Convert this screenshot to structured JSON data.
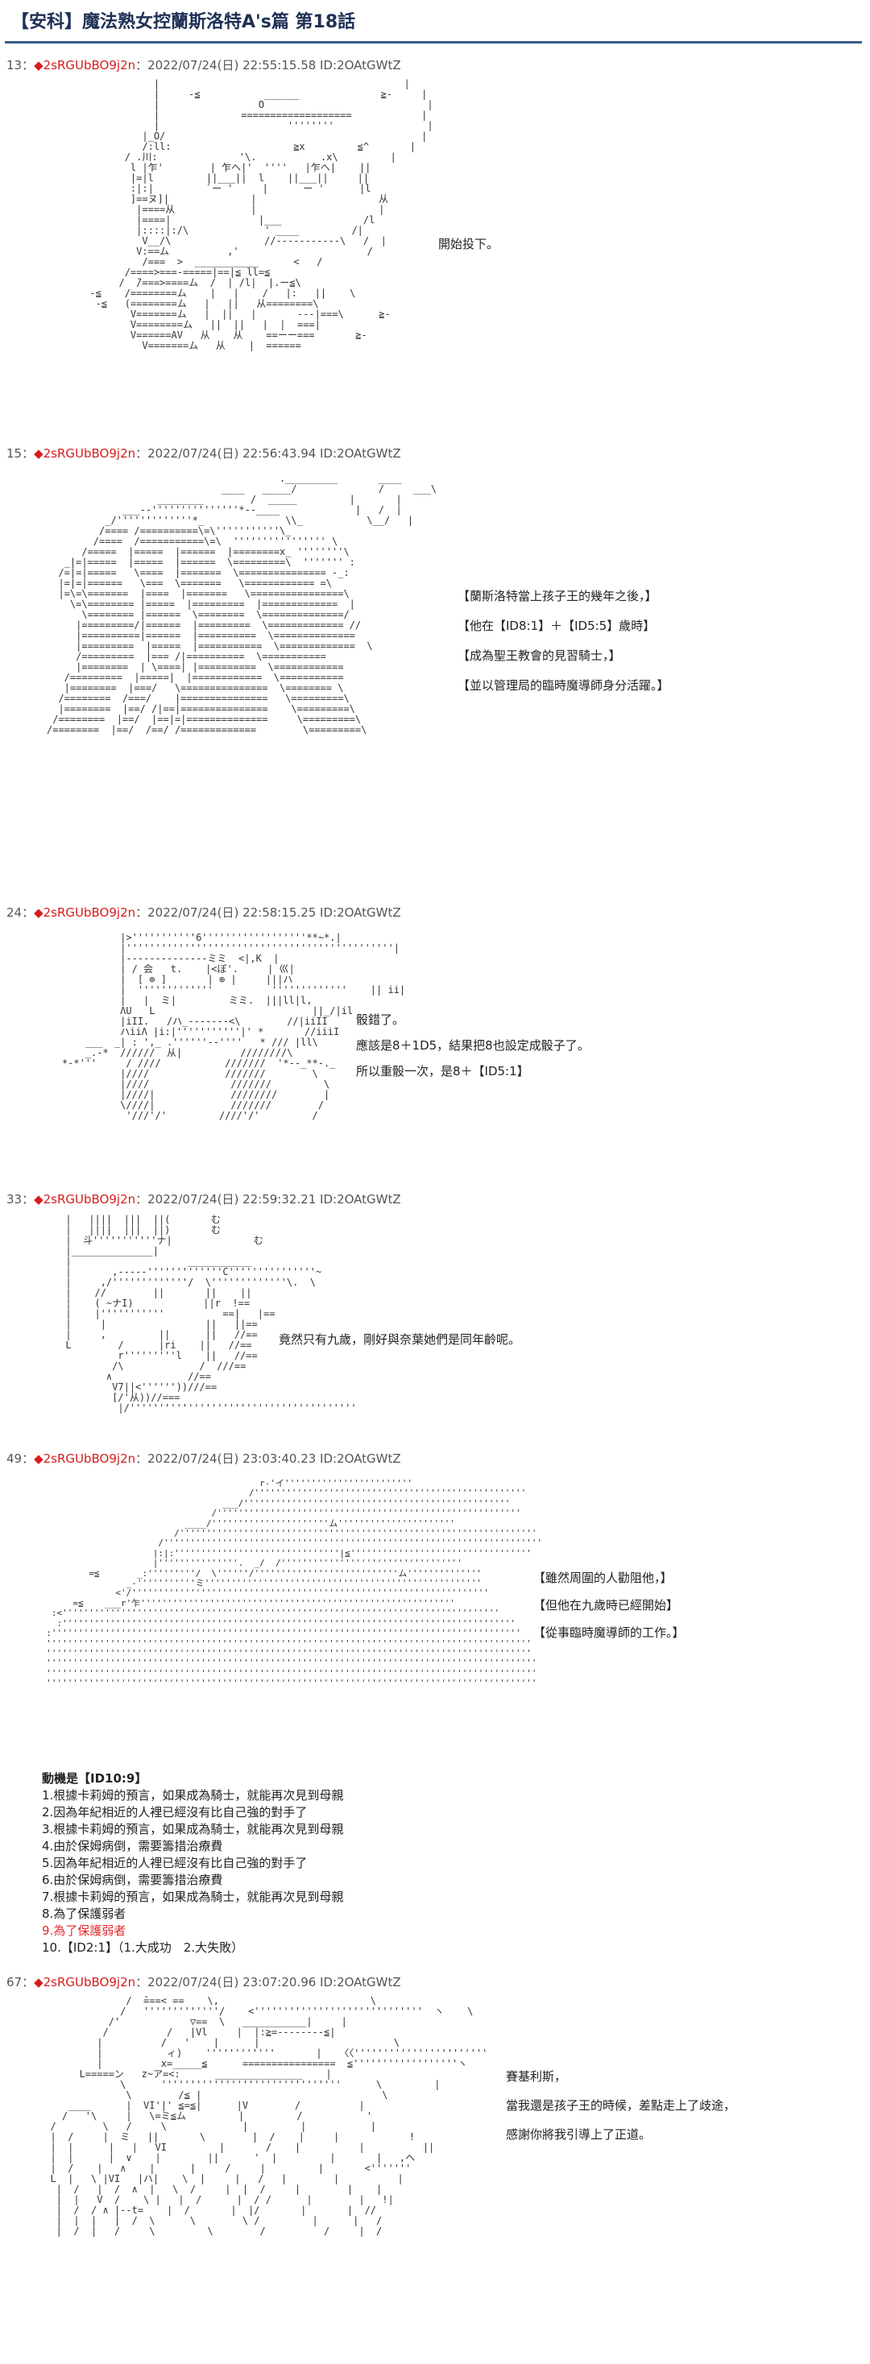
{
  "title": "【安科】魔法熟女控蘭斯洛特A's篇 第18話",
  "posts": [
    {
      "no": "13：",
      "trip": "◆2sRGUbBO9j2n",
      "date": "：2022/07/24(日) 22:55:15.58 ID:2OAtGWtZ",
      "lines": [
        "開始投下。"
      ],
      "aa": "                 |                                          |\n                 |     -≦           ______              ≧-     |\n                 |                 O                            |\n                 |              ===================            |\n                 |                      ''''''''                |\n               |_O/                                            |\n               /:ll:                     ≧x         ≦^       |\n            / .川:              '\\.           .x\\         |\n             l |乍'        | 乍ヘ|'  ''''   |乍ヘ|    ||\n             |=|l         ||___||  l    ||___||     ||\n             :|:|         `ー '     |      ー '      |l\n             ]==ヌ]|              |                     从\n              |====从             |                     |\n              |====|               |___              /l\n              |::::|:/\\             ' ____         /|\n               V__/\\                //-----------\\   /  |\n              V:==ム          ,'                      /\n               /===  >  ___________      <   /\n            /====>===-=====|==|≦ ll=≦\n           /  ̄/===>====ム  /  | /l|  |.ー≦\\\n      -≦    /========ム    |   |    /   |:   ||    \\\n       -≦   (========ム   |   ||   从========\\\n             V=======ム   |  ||   |       ---|===\\      ≧-\n             V========ム   ||  ||   |  |  ===|    \n             V======AV   从    从    ==ーー===       ≧-\n               V=======ム   从    |  ======"
    },
    {
      "no": "15：",
      "trip": "◆2sRGUbBO9j2n",
      "date": "：2022/07/24(日) 22:56:43.94 ID:2OAtGWtZ",
      "lines": [
        "【蘭斯洛特當上孩子王的幾年之後，】",
        "【他在【ID8:1】＋【ID5:5】歲時】",
        "【成為聖王教會的見習騎士，】",
        "【並以管理局的臨時魔導師身分活躍。】"
      ],
      "aa": "                                        ._________       ____\n                              ____   _____/              /     ___\\\n                   ________        /  _____         |       |\n             ___--'''''''''''''''*--____             |   /  |\n          _/'''''''''''''*_              \\\\_           \\__/   |\n         /==== /==========\\=\\'''''''''''\\_\n        /====  /===========\\=\\  '''''''''''''''' \\\n      /=====  |=====  |======  |========x_ ''''''''\\\n   _|=|=====  |=====  |======  \\=========\\  ''''''' :\n  /=|=|=====   \\====  |=======  \\=============== -_:\n  |=|=|======   \\===  \\=======   \\============ =\\\n  |=\\=\\=======  |====  |=======   \\================\\\n    \\=\\======== |=====  |=========  |=============  |\n      \\======== |======  \\========  \\==============/\n     |=========/|======  |=========  \\============= //\n     |==========|======  |==========  \\==============\n     |=========  |=====  |===========  \\=============  \\\n     /=========  |=== /|==========  \\===========\n     |========  | \\====| |==========  \\============\n   /=========  |=====|  |============  \\===========\n   |========  |===/   \\===============  \\======== \\\n  /========  /===/    |===============   \\=========\\\n  |========  |==/ /|==|===============    \\=========\\\n /========  |==/  |==|=|==============     \\=========\\\n/========  |==/  /==/ /=============        \\=========\\"
    },
    {
      "no": "24：",
      "trip": "◆2sRGUbBO9j2n",
      "date": "：2022/07/24(日) 22:58:15.25 ID:2OAtGWtZ",
      "lines": [
        "骰錯了。",
        "應該是8＋1D5，結果把8也設定成骰子了。",
        "所以重骰一次，是8＋【ID5:1】"
      ],
      "aa": "              |>'''''''''''6''''''''''''''''''**~*.|\n              |''''''''''''''''''''''''''''''''''''''''''''''|\n              |--------------ミミ  <|,K  |\n              | / 会   t.    |<ぼ'.     | 巛|\n              |  [ ⊕ ]       | ⊕ |     |||ハ\n              |  '''''''''''''          '''''''''''''    || ii|\n              |   |  ミ|         ミミ.  |||ll|l,\n              ΛU   L                           ||_/|il\n              |iII.   /ハ_-------<\\        //|iiII\n              ハiiΛ |i:|'''''''''''|' *       //iiiI\n        ___  _| : ',_ .''''''--''''   * /// |ll\\\n        _.-*  //////  从|          ////////\\\n    *-*'''     / ////           ///////  '*--_**-._\n              |////             ///////        \\\n              |////              ///////         \\\n              |////|             ////////        |\n              \\////|             ///////        /\n               '///'/'         ////'/'         /"
    },
    {
      "no": "33：",
      "trip": "◆2sRGUbBO9j2n",
      "date": "：2022/07/24(日) 22:59:32.21 ID:2OAtGWtZ",
      "lines": [
        "竟然只有九歲，剛好與奈葉她們是同年齡呢。"
      ],
      "aa": "      |   ||||  |||  ||(       む\n      |   ||||  |||  ||)       む\n      |  斗'''''''''''ナ|              む\n      |______________|\n      |                    ___________\n      |       ,-----'''''''''''''C'''''''''''''''~\n      |     ,/'''''''''''''/  \\'''''''''''''\\.  \\\n      |    //        ||       ||    ||\n      |    ( ~ナI)            ||r  !==\n      |    |'''''''''''          ==|   |==\n      |     |                 ||   ||==\n      |     ,         ||      ||   //==\n      L        /      |ri    ||   //==\n               r'''''''''l    ||   //==\n              /\\             /  ///==\n             ∧             //==\n              V7||<''''''))///==\n              [/'从))//===\n               |/'''''''''''''''''''''''''''''''''''''''"
    },
    {
      "no": "49：",
      "trip": "◆2sRGUbBO9j2n",
      "date": "：2022/07/24(日) 23:03:40.23 ID:2OAtGWtZ",
      "lines": [
        "【雖然周圍的人勸阻他，】",
        "【但他在九歲時已經開始】",
        "【從事臨時魔導師的工作。】"
      ],
      "aa": "                                          r-'イ''''''''''''''''''''''''\n                                        /'''''''''''''''''''''''''''''''''''''''''''''''''''\n                                   ___/''''''''''''''''''''''''''''''''''''''''''''''''''\n                                 /'''''''''''''''''''''''''''''''''''''''''''''''''''''''''\n                            ____/''''''''''''''''''''''ム''''''''''''''''''''''\n                          /'''''''''''''''''''''''''''''''''''''''''''''''''''''''''''''''''''\n                       /'''''''''''''''''''''''''''''''''''''''''''''''''''''''''''''''''''''''\n                      |:|:'''''''''''''''''''''''''''''''|≦''''''''''''''''''''''''''''''''''\n                      |'''''''''''''''.  _/  /''''''''''''''''''''''''''''''''''\n          =≦       _:'''''''''/  \\''''''/'''''''''''''''''''''''''''ム''''''''''''''\n                 _-'''''''''''ミ''''''''''''''''''''''''''''''''''''''''''''''''''''\n               <'/'''''''''''''''''''''''''''''''''''''''''''''''''''''''''''''''''''\n       =≦    ___r'乍'''''''''''''''''''''''''''''''''''''''''''''''''''''''''''\n   :<''''''''''''''''''''''''''''''''''''''''''''''''''''''''''''''''''''''''''''''''''\n    :'''''''''''''''''''''''''''''''''''''''''''''''''''''''''''''''''''''''''''''''''''''\n  :''''''''''''''''''''''''''''''''''''''''''''''''''''''''''''''''''''''''''''''''''''''''\n  '''''''''''''''''''''''''''''''''''''''''''''''''''''''''''''''''''''''''''''''''''''''''''\n  '''''''''''''''''''''''''''''''''''''''''''''''''''''''''''''''''''''''''''''''''''''''''''\n  ''''''''''''''''''''''''''''''''''''''''''''''''''''''''''''''''''''''''''''''''''''''''''''\n  ''''''''''''''''''''''''''''''''''''''''''''''''''''''''''''''''''''''''''''''''''''''''''''\n  ''''''''''''''''''''''''''''''''''''''''''''''''''''''''''''''''''''''''''''''''''''''''''''",
      "list_head": "動機是【ID10:9】",
      "list": [
        {
          "text": "1.根據卡莉姆的預言，如果成為騎士，就能再次見到母親",
          "red": false
        },
        {
          "text": "2.因為年紀相近的人裡已經沒有比自己強的對手了",
          "red": false
        },
        {
          "text": "3.根據卡莉姆的預言，如果成為騎士，就能再次見到母親",
          "red": false
        },
        {
          "text": "4.由於保姆病倒，需要籌措治療費",
          "red": false
        },
        {
          "text": "5.因為年紀相近的人裡已經沒有比自己強的對手了",
          "red": false
        },
        {
          "text": "6.由於保姆病倒，需要籌措治療費",
          "red": false
        },
        {
          "text": "7.根據卡莉姆的預言，如果成為騎士，就能再次見到母親",
          "red": false
        },
        {
          "text": "8.為了保護弱者",
          "red": false
        },
        {
          "text": "9.為了保護弱者",
          "red": true
        },
        {
          "text": "10.【ID2:1】（1.大成功　2.大失敗）",
          "red": false
        }
      ]
    },
    {
      "no": "67：",
      "trip": "◆2sRGUbBO9j2n",
      "date": "：2022/07/24(日) 23:07:20.96 ID:2OAtGWtZ",
      "lines": [
        "賽基利斯，",
        "當我還是孩子王的時候，差點走上了歧途，",
        "感謝你將我引導上了正道。"
      ],
      "aa": "               /  ̄===< ==    \\,                          \\\n              /   '''''''''''''/    <'''''''''''''''''''''''''''''  ヽ    \\\n            /'            ▽==  \\   ___________|     |\n           /          /   |Vl     |  |:≧=--------≦|\n          |          /   '    |      |                       \\\n          |           ィ)    ''''''''''''       |   〈〈'''''''''''''''''''''''\n          |          x=_____≦      ================  ≦''''''''''''''''''ヽ\n       L=====ン   z~ア=<:      _______________    |\n              \\      '''''''''''''''''''''''''''''''      \\         |\n               \\        /≦ |                               \\\n     ____      |  VI'|' ≦=≦|      |V        /          |\n    /   '\\     |   \\=ミ≦ム         |         /           '\n  /        \\   /     \\             |         |           |\n  |  /     |  ミ   ||       \\        |  /    |     |            !\n  |  |      |   |   VI         |       /    |          |          ||\n  |  |      |  ∨    |        ||      '  |         |       |   ,ヘ\n  |  /    |   ∧    |      |     /     |         |       <'''''''\n  L  |   \\ |VI   |ハ|    \\  |     |   /   |        |          |\n   |  /   |  /  ∧  |   \\  /     |  |  /     |        |    |\n   |  |   V  /    \\ |   |  /      |  / /      |        |   !|\n   |  /  / ∧ |--t=    |  /       |  |/       |       |  //\n   |  |  |   |  /  \\      \\        \\ /         |      |   /\n   |  /  |   /     \\         \\        /          /     |  /"
    }
  ]
}
